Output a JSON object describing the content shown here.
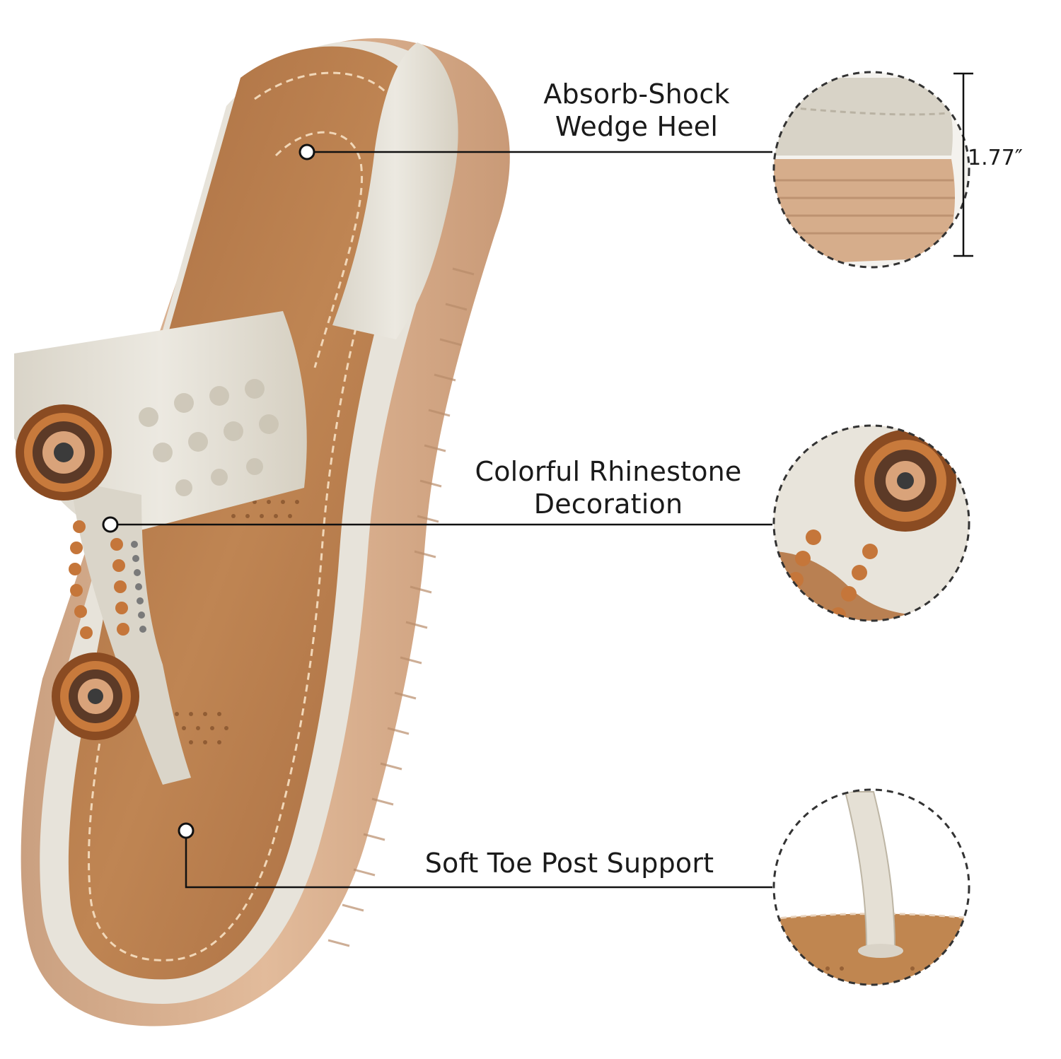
{
  "features": [
    {
      "id": "heel",
      "title_line1": "Absorb-Shock",
      "title_line2": "Wedge Heel",
      "measurement": "1.77″"
    },
    {
      "id": "rhinestone",
      "title_line1": "Colorful Rhinestone",
      "title_line2": "Decoration"
    },
    {
      "id": "toepost",
      "title_line1": "Soft Toe Post Support"
    }
  ],
  "colors": {
    "sole": "#d9b08f",
    "footbed": "#b57a4e",
    "strap": "#e4e0d6",
    "accent_brown": "#8a4b22",
    "callout_line": "#111111"
  }
}
